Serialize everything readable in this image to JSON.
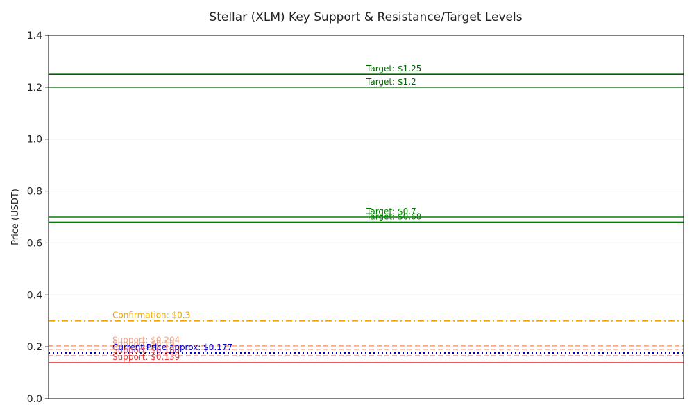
{
  "chart_data": {
    "type": "line",
    "title": "Stellar (XLM) Key Support & Resistance/Target Levels",
    "ylabel": "Price (USDT)",
    "ylim": [
      0,
      1.4
    ],
    "yticks": [
      "0.0",
      "0.2",
      "0.4",
      "0.6",
      "0.8",
      "1.0",
      "1.2",
      "1.4"
    ],
    "grid": true,
    "levels": [
      {
        "label": "Target: $1.25",
        "value": 1.25,
        "color": "#006400",
        "dash": "solid",
        "label_pos": "center"
      },
      {
        "label": "Target: $1.2",
        "value": 1.2,
        "color": "#006400",
        "dash": "solid",
        "label_pos": "center"
      },
      {
        "label": "Target: $0.7",
        "value": 0.7,
        "color": "#008000",
        "dash": "solid",
        "label_pos": "center"
      },
      {
        "label": "Target: $0.68",
        "value": 0.68,
        "color": "#008000",
        "dash": "solid",
        "label_pos": "center"
      },
      {
        "label": "Confirmation: $0.3",
        "value": 0.3,
        "color": "#f0a500",
        "dash": "dashdot",
        "label_pos": "left"
      },
      {
        "label": "Support: $0.204",
        "value": 0.204,
        "color": "#f4a582",
        "dash": "dashed",
        "label_pos": "left"
      },
      {
        "label": "Support: $0.19",
        "value": 0.19,
        "color": "#f4a582",
        "dash": "dashed",
        "label_pos": "left"
      },
      {
        "label": "Current Price approx: $0.177",
        "value": 0.177,
        "color": "#0000cd",
        "dash": "dotted",
        "label_pos": "left"
      },
      {
        "label": "Support: $0.165",
        "value": 0.165,
        "color": "#e06060",
        "dash": "dashed",
        "label_pos": "left"
      },
      {
        "label": "Support: $0.139",
        "value": 0.139,
        "color": "#e84040",
        "dash": "solid",
        "label_pos": "left"
      }
    ]
  }
}
